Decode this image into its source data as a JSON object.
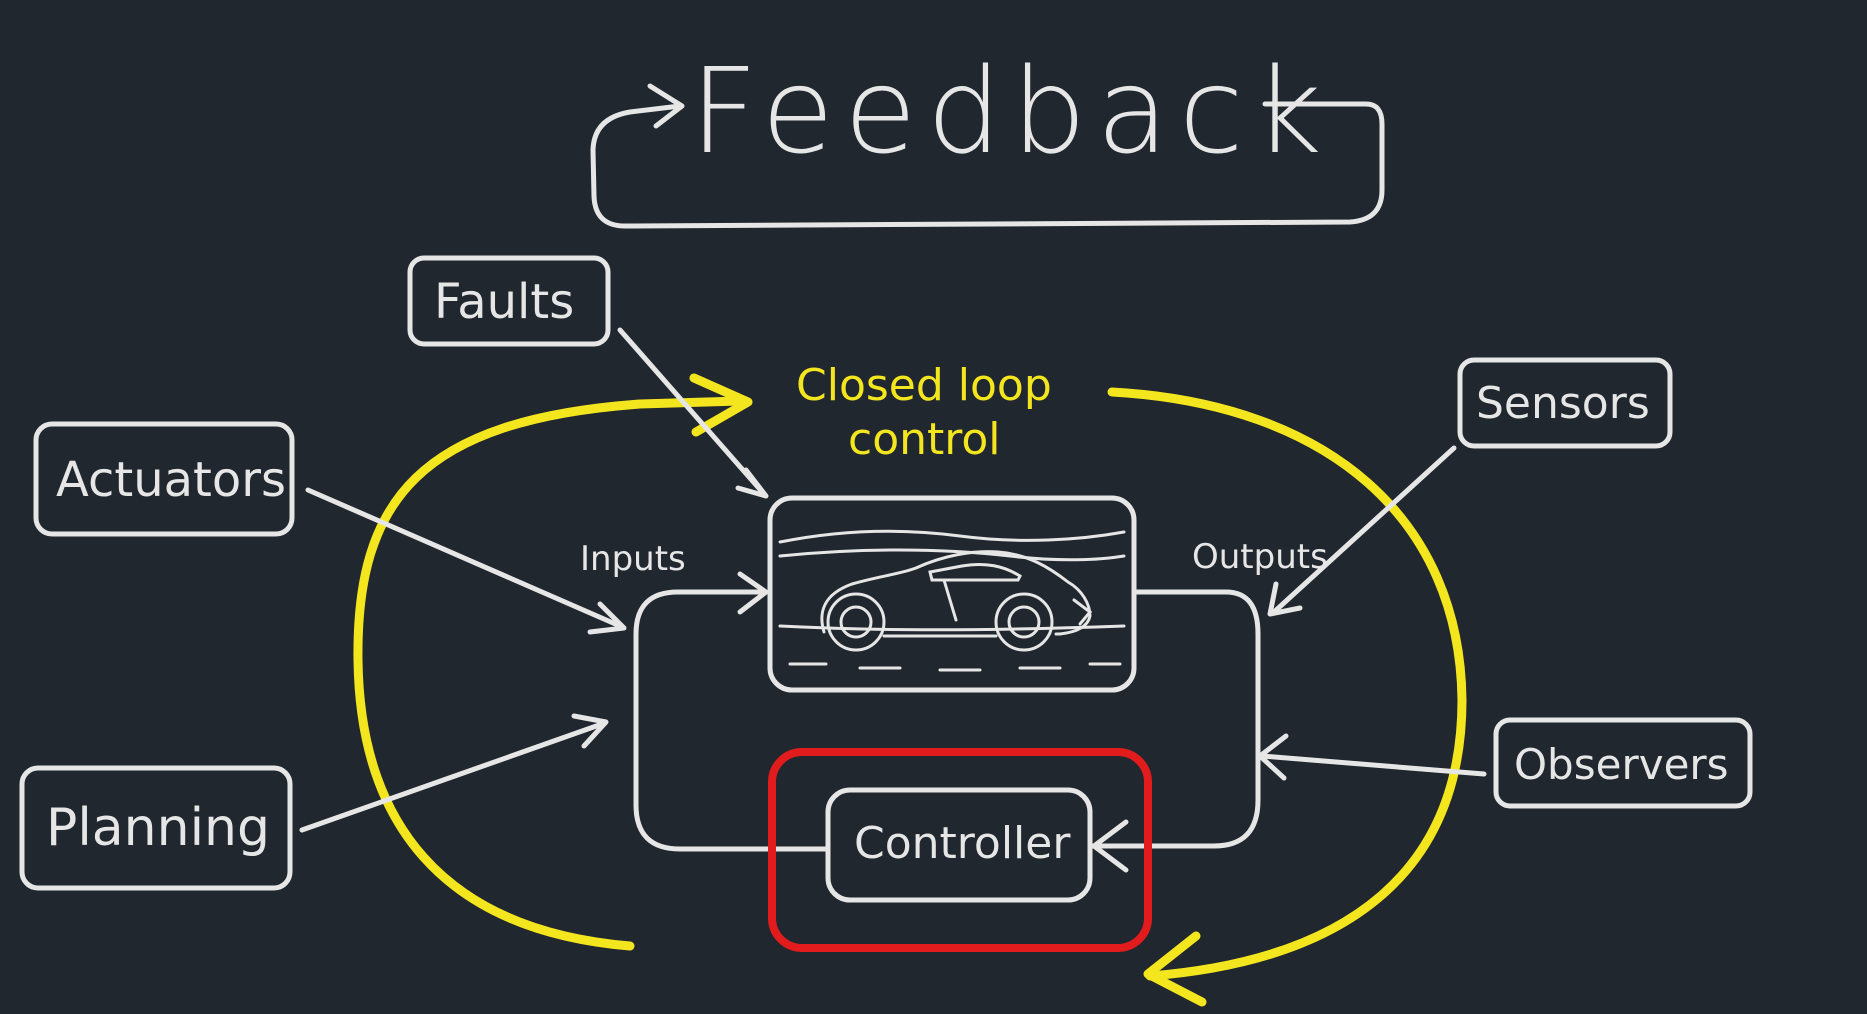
{
  "title": "Feedback",
  "loop_label": "Closed loop control",
  "loop_label_line1": "Closed loop",
  "loop_label_line2": "control",
  "plant_inputs_label": "Inputs",
  "plant_outputs_label": "Outputs",
  "nodes": {
    "faults": "Faults",
    "actuators": "Actuators",
    "planning": "Planning",
    "sensors": "Sensors",
    "observers": "Observers",
    "controller": "Controller"
  },
  "plant": {
    "icon": "sports-car-icon"
  },
  "colors": {
    "background": "#21272e",
    "chalk": "#e6e6e6",
    "loop": "#f4e61e",
    "highlight": "#e21c1c"
  }
}
